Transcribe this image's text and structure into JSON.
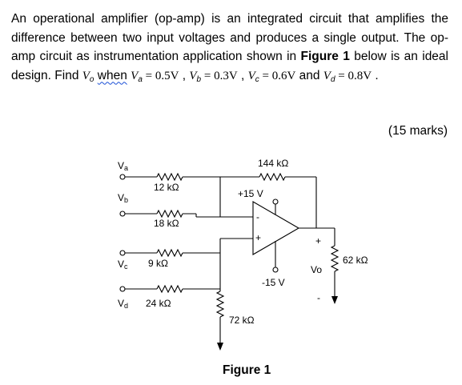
{
  "problem": {
    "intro": "An operational amplifier (op-amp) is an integrated circuit that amplifies the difference between two input voltages and produces a single output. The op-amp circuit as instrumentation application shown in ",
    "figure_ref": "Figure 1",
    "after_ref": " below is an ideal design. Find ",
    "vo_symbol": "V",
    "vo_sub": "o",
    "when_word": "when",
    "va_sym": "V",
    "va_sub": "a",
    "va_val": " = 0.5V",
    "vb_sym": "V",
    "vb_sub": "b",
    "vb_val": " = 0.3V",
    "vc_sym": "V",
    "vc_sub": "c",
    "vc_val": " = 0.6V",
    "and_word": " and ",
    "vd_sym": "V",
    "vd_sub": "d",
    "vd_val": " = 0.8V",
    "comma": " , ",
    "period": " ."
  },
  "marks": "(15 marks)",
  "circuit": {
    "va_label": "V",
    "va_label_sub": "a",
    "vb_label": "V",
    "vb_label_sub": "b",
    "vc_label": "V",
    "vc_label_sub": "c",
    "vd_label": "V",
    "vd_label_sub": "d",
    "r_a": "12 kΩ",
    "r_b": "18 kΩ",
    "r_c": "9 kΩ",
    "r_d": "24 kΩ",
    "r_feedback": "144 kΩ",
    "r_ground": "72 kΩ",
    "r_load": "62 kΩ",
    "supply_pos": "+15 V",
    "supply_neg": "-15 V",
    "inv_sign": "-",
    "noninv_sign": "+",
    "vo_label": "Vo",
    "vo_plus": "+",
    "vo_minus": "-"
  },
  "figure_caption": "Figure 1"
}
